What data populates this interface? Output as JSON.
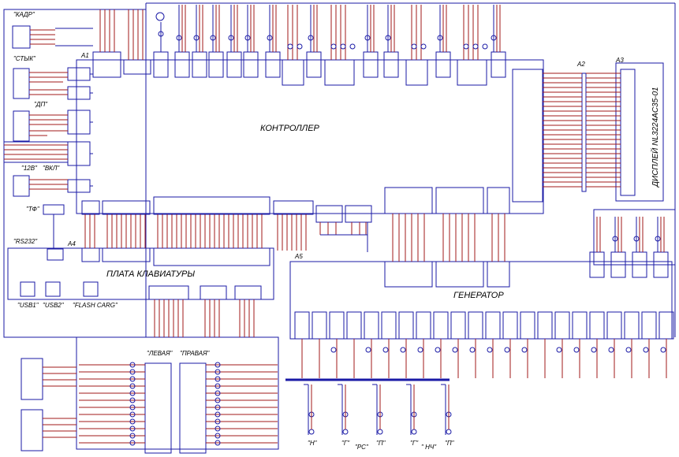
{
  "labels": {
    "kadr": "\"КАДР\"",
    "styk": "\"СТЫК\"",
    "dp": "\"ДП\"",
    "v12": "\"12В\"",
    "vkl": "\"ВКЛ\"",
    "tf": "\"ТФ\"",
    "rs232": "\"RS232\"",
    "usb1": "\"USB1\"",
    "usb2": "\"USB2\"",
    "flash": "\"FLASH CARG\"",
    "levaya": "\"ЛЕВАЯ\"",
    "pravaya": "\"ПРАВАЯ\"",
    "n": "\"Н\"",
    "g1": "\"Г\"",
    "rs": "\"РС\"",
    "p1": "\"П\"",
    "g2": "\"Г\"",
    "nch": "\" НЧ\"",
    "p2": "\"П\""
  },
  "assemblies": {
    "a1": "A1",
    "a2": "A2",
    "a3": "A3",
    "a4": "A4",
    "a5": "A5"
  },
  "blocks": {
    "controller": "КОНТРОЛЛЕР",
    "keyboard": "ПЛАТА КЛАВИАТУРЫ",
    "generator": "ГЕНЕРАТОР",
    "display": "ДИСПЛЕЙ NL3224AC35-01"
  },
  "colors": {
    "wire_blue": "#1a1aa6",
    "wire_red": "#a01818",
    "frame": "#1a1aa6"
  }
}
